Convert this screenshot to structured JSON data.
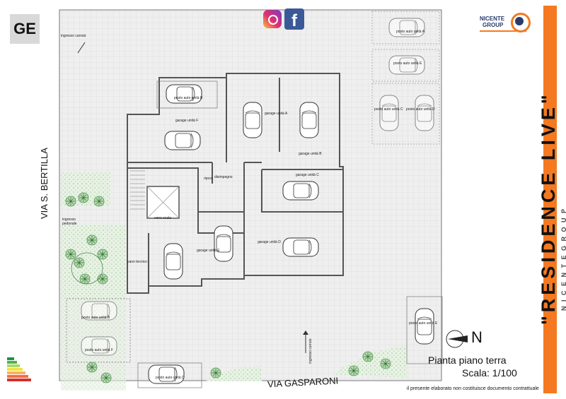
{
  "badge": "GE",
  "social": {
    "instagram": "instagram-icon",
    "facebook": "facebook-icon",
    "facebook_glyph": "f"
  },
  "logo": {
    "line1": "NICENTE",
    "line2": "GROUP"
  },
  "vertical_title": {
    "main": "\"RESIDENCE LIVE\"",
    "sub": "N I C E N T E   G R O U P"
  },
  "streets": {
    "west": "VIA S. BERTILLA",
    "south": "VIA GASPARONI"
  },
  "north_label": "N",
  "plan": {
    "title": "Pianta piano terra",
    "scale": "Scala: 1/100"
  },
  "disclaimer": "il presente elaborato non costituisce documento contrattuale",
  "labels": {
    "ingresso_carraio_top": "ingresso carraio",
    "ingresso_carraio_bottom": "ingresso carraio",
    "ingresso_pedonale": "ingresso pedonale",
    "posto_auto_a": "posto auto unità A",
    "posto_auto_b_top": "posto auto unità B",
    "posto_auto_b": "posto auto unità B",
    "posto_auto_c": "posto auto unità C",
    "posto_auto_d_right": "posto auto unità D",
    "posto_auto_d": "posto auto unità D",
    "posto_auto_e": "posto auto unità E",
    "posto_auto_e_bottom": "posto auto unità E",
    "posto_auto_f_left": "posto auto unità F",
    "posto_auto_f": "posto auto unità F",
    "garage_a": "garage unità A",
    "garage_b": "garage unità B",
    "garage_c": "garage unità C",
    "garage_d": "garage unità D",
    "garage_e": "garage unità E",
    "garage_f": "garage unità F",
    "disimpegno": "disimpegno",
    "vano_scala": "vano scala",
    "vano_tecnico": "vano tecnico",
    "ripost": "ripost."
  },
  "colors": {
    "accent": "#f47920",
    "tile": "#e9e9e9",
    "wall": "#555555",
    "green": "#8fc08f"
  }
}
